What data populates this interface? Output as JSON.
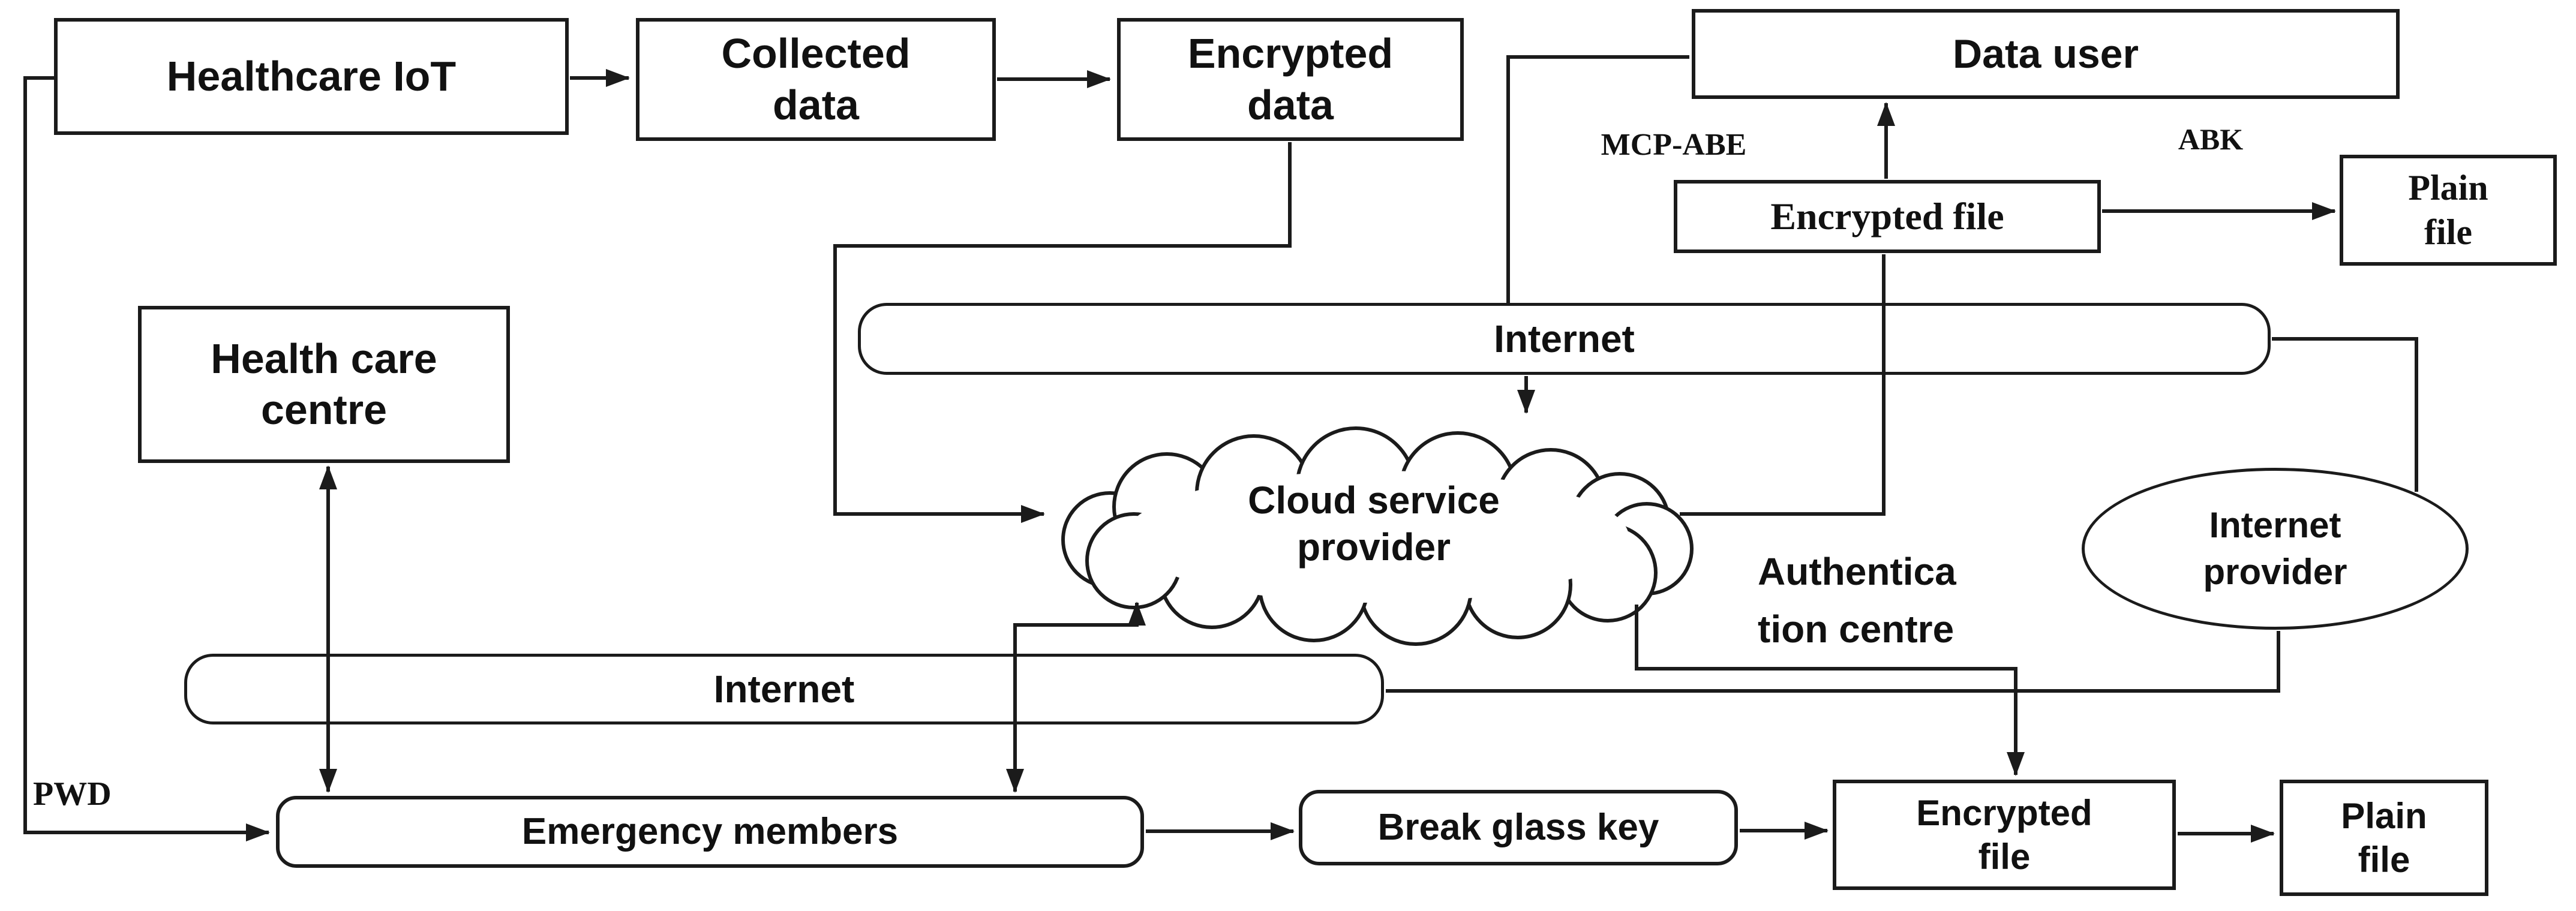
{
  "diagram": {
    "title_hint": "Healthcare IoT break-glass access architecture",
    "background": "#ffffff",
    "stroke_color": "#1b1b1b",
    "nodes": {
      "healthcare_iot": "Healthcare IoT",
      "collected_data": "Collected data",
      "encrypted_data": "Encrypted data",
      "data_user": "Data user",
      "encrypted_file_top": "Encrypted file",
      "plain_file_top": "Plain file",
      "health_care_centre": "Health care centre",
      "internet_top": "Internet",
      "cloud_service_provider": "Cloud service provider",
      "authentication_centre": "Authentica tion centre",
      "internet_provider": "Internet provider",
      "internet_bottom": "Internet",
      "emergency_members": "Emergency members",
      "break_glass_key": "Break glass key",
      "encrypted_file_bottom": "Encrypted file",
      "plain_file_bottom": "Plain file"
    },
    "edge_labels": {
      "mcp_abe": "MCP-ABE",
      "abk": "ABK",
      "pwd": "PWD"
    },
    "edges": [
      {
        "from": "healthcare_iot",
        "to": "collected_data",
        "arrow": "end"
      },
      {
        "from": "collected_data",
        "to": "encrypted_data",
        "arrow": "end"
      },
      {
        "from": "healthcare_iot",
        "to": "emergency_members",
        "arrow": "end",
        "label": "PWD"
      },
      {
        "from": "encrypted_data",
        "to": "cloud_service_provider",
        "arrow": "end"
      },
      {
        "from": "internet_top",
        "to": "data_user",
        "arrow": "none"
      },
      {
        "from": "internet_top",
        "to": "cloud_service_provider",
        "arrow": "end"
      },
      {
        "from": "encrypted_file_top",
        "to": "data_user",
        "arrow": "end",
        "label": "MCP-ABE"
      },
      {
        "from": "encrypted_file_top",
        "to": "plain_file_top",
        "arrow": "end",
        "label": "ABK"
      },
      {
        "from": "cloud_service_provider",
        "to": "encrypted_file_top",
        "arrow": "none"
      },
      {
        "from": "internet_top",
        "to": "internet_provider",
        "arrow": "none"
      },
      {
        "from": "internet_provider",
        "to": "internet_bottom",
        "arrow": "none"
      },
      {
        "from": "cloud_service_provider",
        "to": "encrypted_file_bottom",
        "arrow": "end"
      },
      {
        "from": "health_care_centre",
        "to": "emergency_members",
        "arrow": "both"
      },
      {
        "from": "cloud_service_provider",
        "to": "emergency_members",
        "arrow": "both"
      },
      {
        "from": "emergency_members",
        "to": "break_glass_key",
        "arrow": "end"
      },
      {
        "from": "break_glass_key",
        "to": "encrypted_file_bottom",
        "arrow": "end"
      },
      {
        "from": "encrypted_file_bottom",
        "to": "plain_file_bottom",
        "arrow": "end"
      }
    ]
  }
}
